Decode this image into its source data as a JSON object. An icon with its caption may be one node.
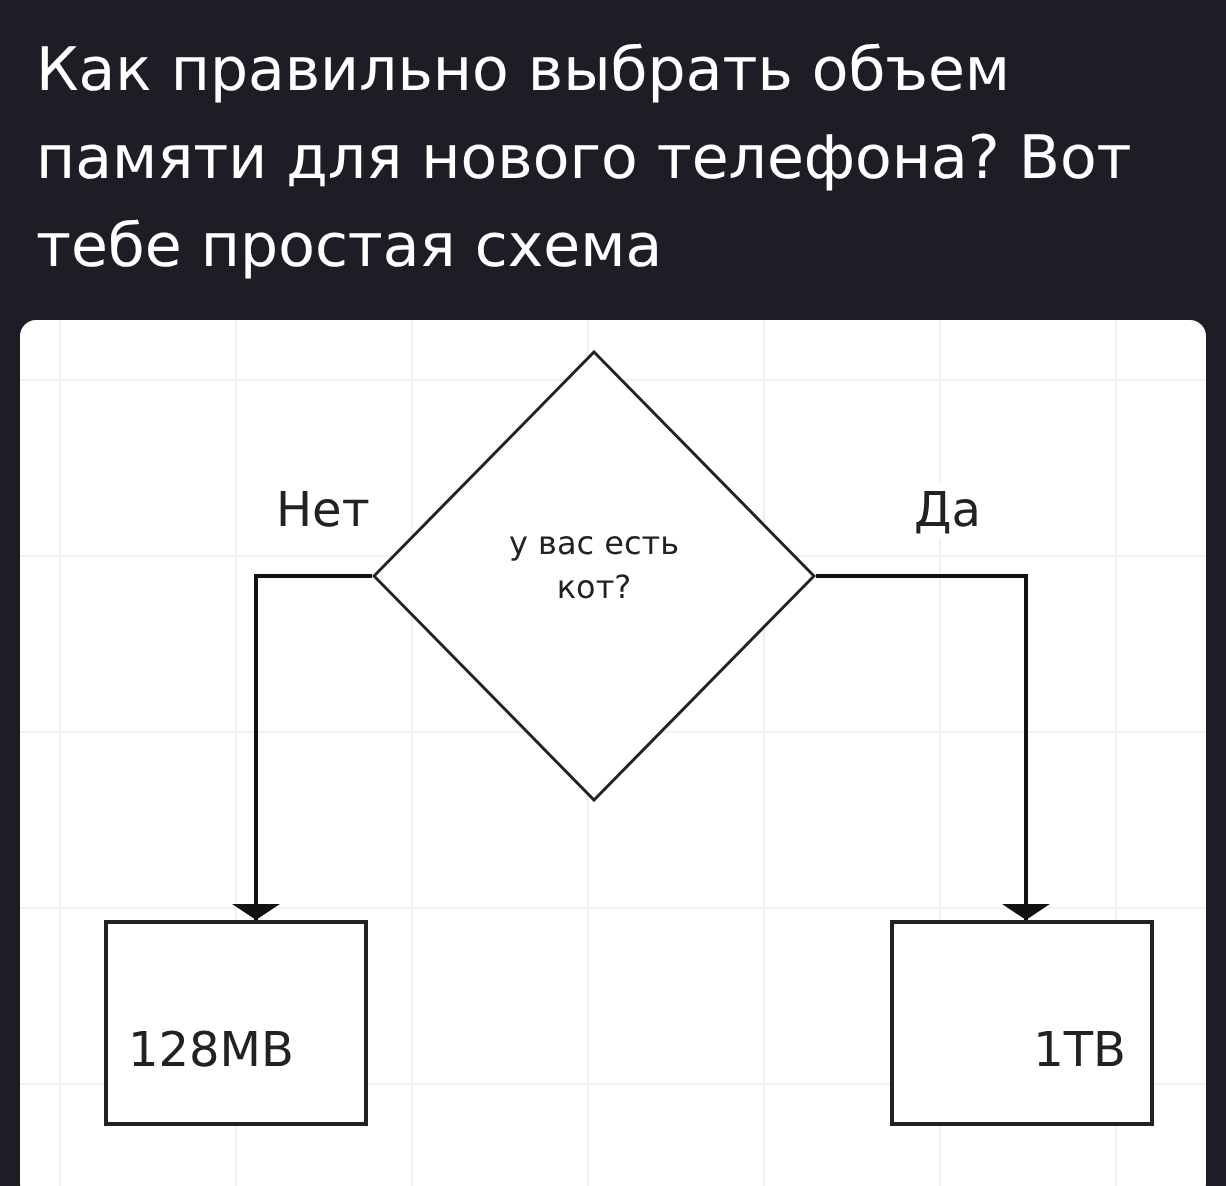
{
  "diagram": {
    "title": "Как правильно выбрать объем памяти для нового телефона? Вот тебе простая схема",
    "nodes": [
      {
        "text": [
          "у вас есть кот?"
        ]
      },
      {
        "text": [
          "128MB"
        ]
      },
      {
        "text": [
          "1TB"
        ]
      }
    ],
    "edges": [
      {
        "from": 0,
        "to": 1,
        "arrow": "to",
        "label": "Нет"
      },
      {
        "from": 0,
        "to": 2,
        "arrow": "to",
        "label": "Да"
      }
    ]
  }
}
